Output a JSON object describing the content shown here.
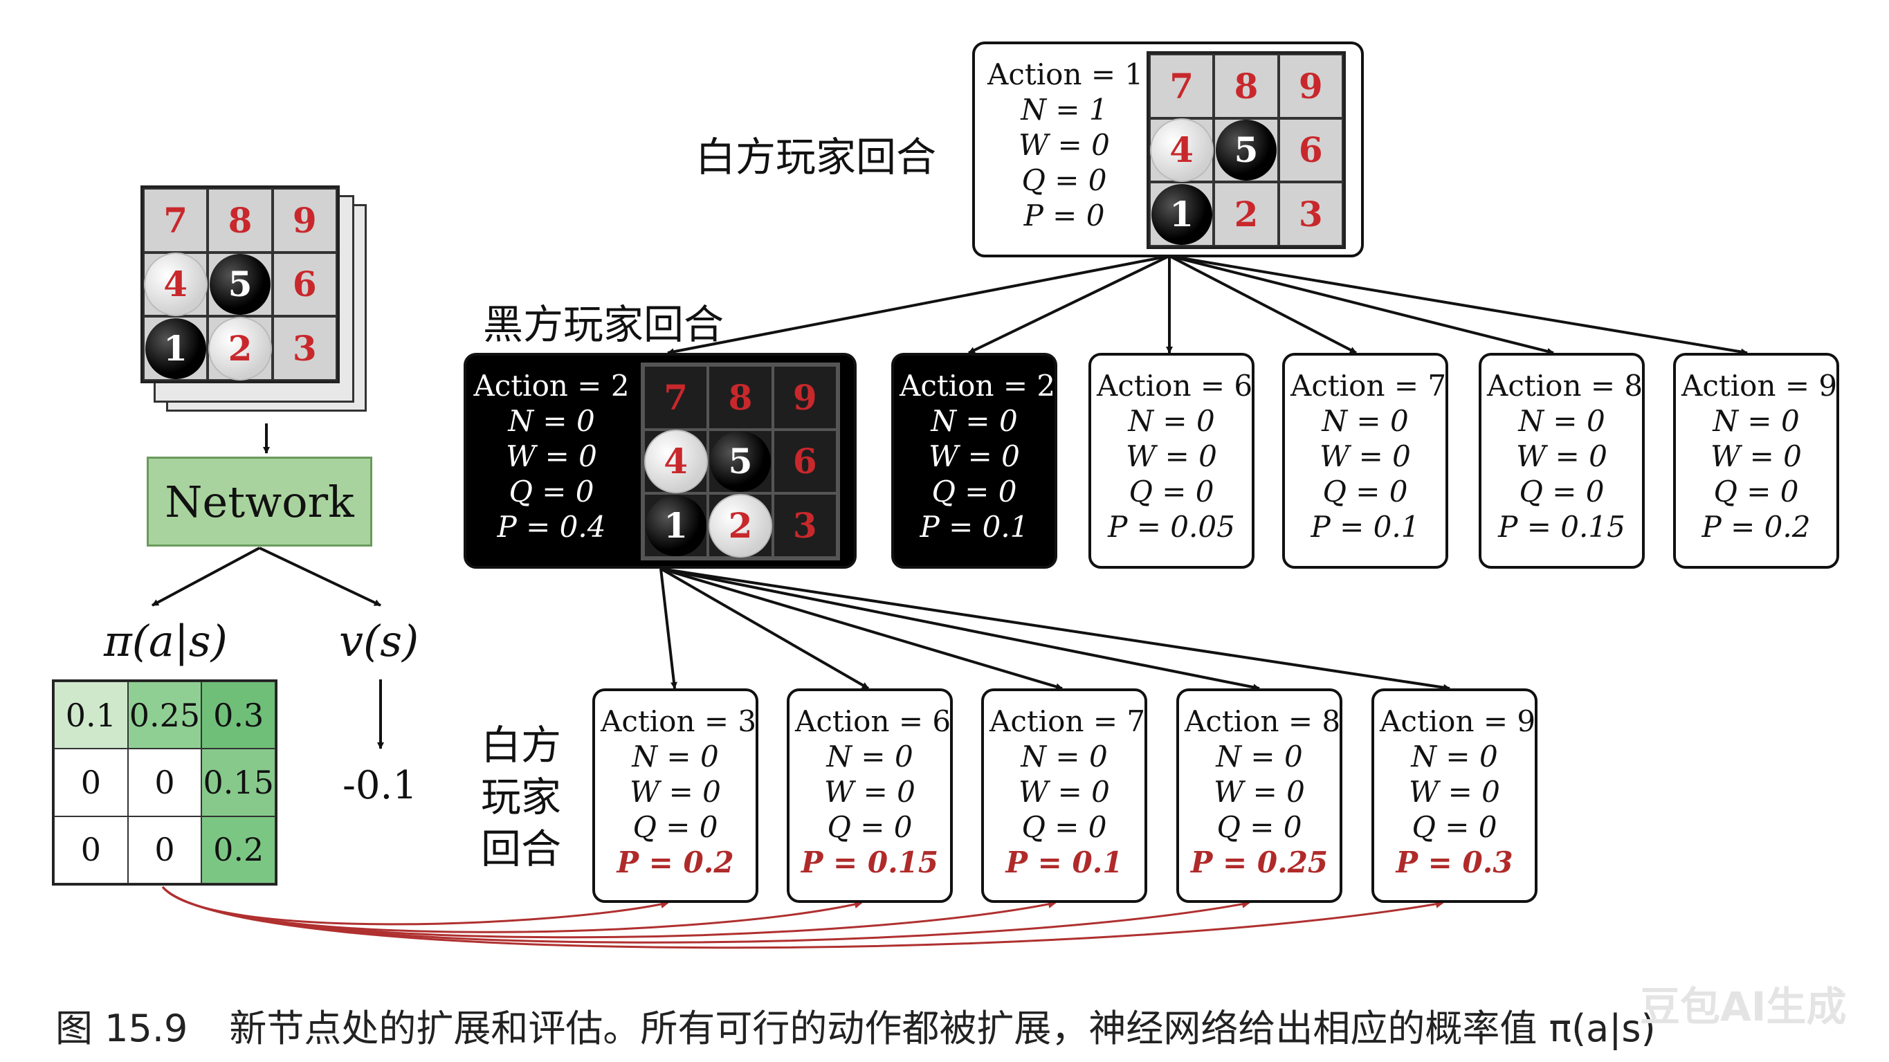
{
  "labels": {
    "white_turn": "白方玩家回合",
    "black_turn": "黑方玩家回合",
    "white_turn_v1": "白方",
    "white_turn_v2": "玩家",
    "white_turn_v3": "回合",
    "network": "Network",
    "policy": "π(a|s)",
    "value": "v(s)",
    "value_output": "-0.1"
  },
  "board": {
    "cells": [
      "7",
      "8",
      "9",
      "4",
      "5",
      "6",
      "1",
      "2",
      "3"
    ],
    "stones": {
      "4": "white",
      "5": "black",
      "1": "black",
      "2": "white"
    }
  },
  "root_board": {
    "cells": [
      "7",
      "8",
      "9",
      "4",
      "5",
      "6",
      "1",
      "2",
      "3"
    ],
    "stones": {
      "4": "white",
      "5": "black",
      "1": "black"
    }
  },
  "policy_table": [
    "0.1",
    "0.25",
    "0.3",
    "0",
    "0",
    "0.15",
    "0",
    "0",
    "0.2"
  ],
  "policy_colors": [
    "#cfe8cc",
    "#8fcf93",
    "#6fbf79",
    "#ffffff",
    "#ffffff",
    "#86c98b",
    "#ffffff",
    "#ffffff",
    "#7cc684"
  ],
  "root_node": {
    "action": "Action = 1",
    "n": "N = 1",
    "w": "W = 0",
    "q": "Q = 0",
    "p": "P = 0"
  },
  "level1": [
    {
      "action": "Action = 2",
      "n": "N = 0",
      "w": "W = 0",
      "q": "Q = 0",
      "p": "P = 0.4",
      "dark": true,
      "board": true
    },
    {
      "action": "Action = 2",
      "n": "N = 0",
      "w": "W = 0",
      "q": "Q = 0",
      "p": "P = 0.1",
      "dark": true
    },
    {
      "action": "Action = 6",
      "n": "N = 0",
      "w": "W = 0",
      "q": "Q = 0",
      "p": "P = 0.05"
    },
    {
      "action": "Action = 7",
      "n": "N = 0",
      "w": "W = 0",
      "q": "Q = 0",
      "p": "P = 0.1"
    },
    {
      "action": "Action = 8",
      "n": "N = 0",
      "w": "W = 0",
      "q": "Q = 0",
      "p": "P = 0.15"
    },
    {
      "action": "Action = 9",
      "n": "N = 0",
      "w": "W = 0",
      "q": "Q = 0",
      "p": "P = 0.2"
    }
  ],
  "level2": [
    {
      "action": "Action = 3",
      "n": "N = 0",
      "w": "W = 0",
      "q": "Q = 0",
      "p": "P = 0.2"
    },
    {
      "action": "Action = 6",
      "n": "N = 0",
      "w": "W = 0",
      "q": "Q = 0",
      "p": "P = 0.15"
    },
    {
      "action": "Action = 7",
      "n": "N = 0",
      "w": "W = 0",
      "q": "Q = 0",
      "p": "P = 0.1"
    },
    {
      "action": "Action = 8",
      "n": "N = 0",
      "w": "W = 0",
      "q": "Q = 0",
      "p": "P = 0.25"
    },
    {
      "action": "Action = 9",
      "n": "N = 0",
      "w": "W = 0",
      "q": "Q = 0",
      "p": "P = 0.3"
    }
  ],
  "caption": {
    "figure": "图 15.9",
    "text": "新节点处的扩展和评估。所有可行的动作都被扩展，神经网络给出相应的概率值 π(a|s)"
  },
  "watermark": "豆包AI生成",
  "colors": {
    "piece_number": "#c8282c",
    "highlight_p": "#b02a2a",
    "network": "#a9d39e",
    "curve": "#b03030"
  }
}
